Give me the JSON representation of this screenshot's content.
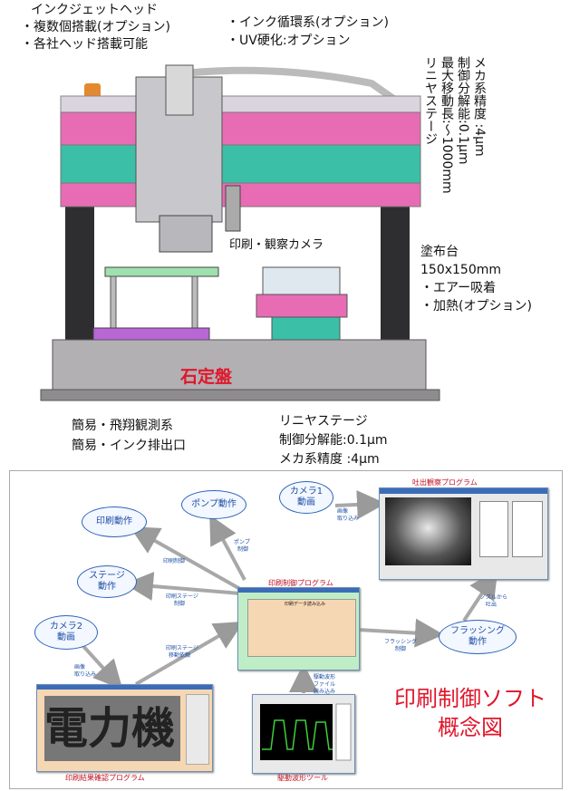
{
  "machine": {
    "head_title": "インクジェットヘッド",
    "head_multi": "・複数個搭載(オプション)",
    "head_any": "・各社ヘッド搭載可能",
    "ink_circ": "・インク循環系(オプション)",
    "uv": "・UV硬化:オプション",
    "linear_v1": "リニヤステージ",
    "linear_v2": "最大移動長:～1000mm",
    "linear_v3": "制御分解能:0.1μm",
    "linear_v4": "メカ系精度 :4μm",
    "camera": "印刷・観察カメラ",
    "coat_title": "塗布台",
    "coat_size": "150x150mm",
    "coat_air": "・エアー吸着",
    "coat_heat": "・加熱(オプション)",
    "base": "石定盤",
    "simple_flight": "簡易・飛翔観測系",
    "simple_ink": "簡易・インク排出口",
    "linear2_title": "リニヤステージ",
    "linear2_res": "制御分解能:0.1μm",
    "linear2_acc": "メカ系精度 :4μm"
  },
  "concept": {
    "title_line1": "印刷制御ソフト",
    "title_line2": "概念図",
    "bubbles": {
      "print": "印刷動作",
      "pump": "ポンプ動作",
      "camera1_l1": "カメラ1",
      "camera1_l2": "動画",
      "stage_l1": "ステージ",
      "stage_l2": "動作",
      "camera2_l1": "カメラ2",
      "camera2_l2": "動画",
      "flush_l1": "フラッシング",
      "flush_l2": "動作"
    },
    "arrow_labels": {
      "print_ctrl": "印刷制御",
      "pump_ctrl_l1": "ポンプ",
      "pump_ctrl_l2": "制御",
      "print_stage_l1": "印刷ステージ",
      "print_stage_l2": "制御",
      "img1_l1": "画像",
      "img1_l2": "取り込み",
      "img2_l1": "画像",
      "img2_l2": "取り込み",
      "stage_result_l1": "印刷ステージ",
      "stage_result_l2": "移動依頼",
      "flush_ctrl_l1": "フラッシング",
      "flush_ctrl_l2": "制御",
      "nozzle_l1": "ノズルから",
      "nozzle_l2": "吐出",
      "wave_l1": "駆動波形",
      "wave_l2": "ファイル",
      "wave_l3": "読み込み"
    },
    "captions": {
      "eject": "吐出観察プログラム",
      "control": "印刷制御プログラム",
      "result": "印刷結果確認プログラム",
      "wave": "駆動波形ツール"
    },
    "result_text": "電力機",
    "control_dialog": "印刷データ読み込み"
  },
  "colors": {
    "accent_red": "#e0162b",
    "bubble_blue": "#2d64b8",
    "frame_pink": "#e86cb4",
    "frame_teal": "#3bbfa6"
  }
}
